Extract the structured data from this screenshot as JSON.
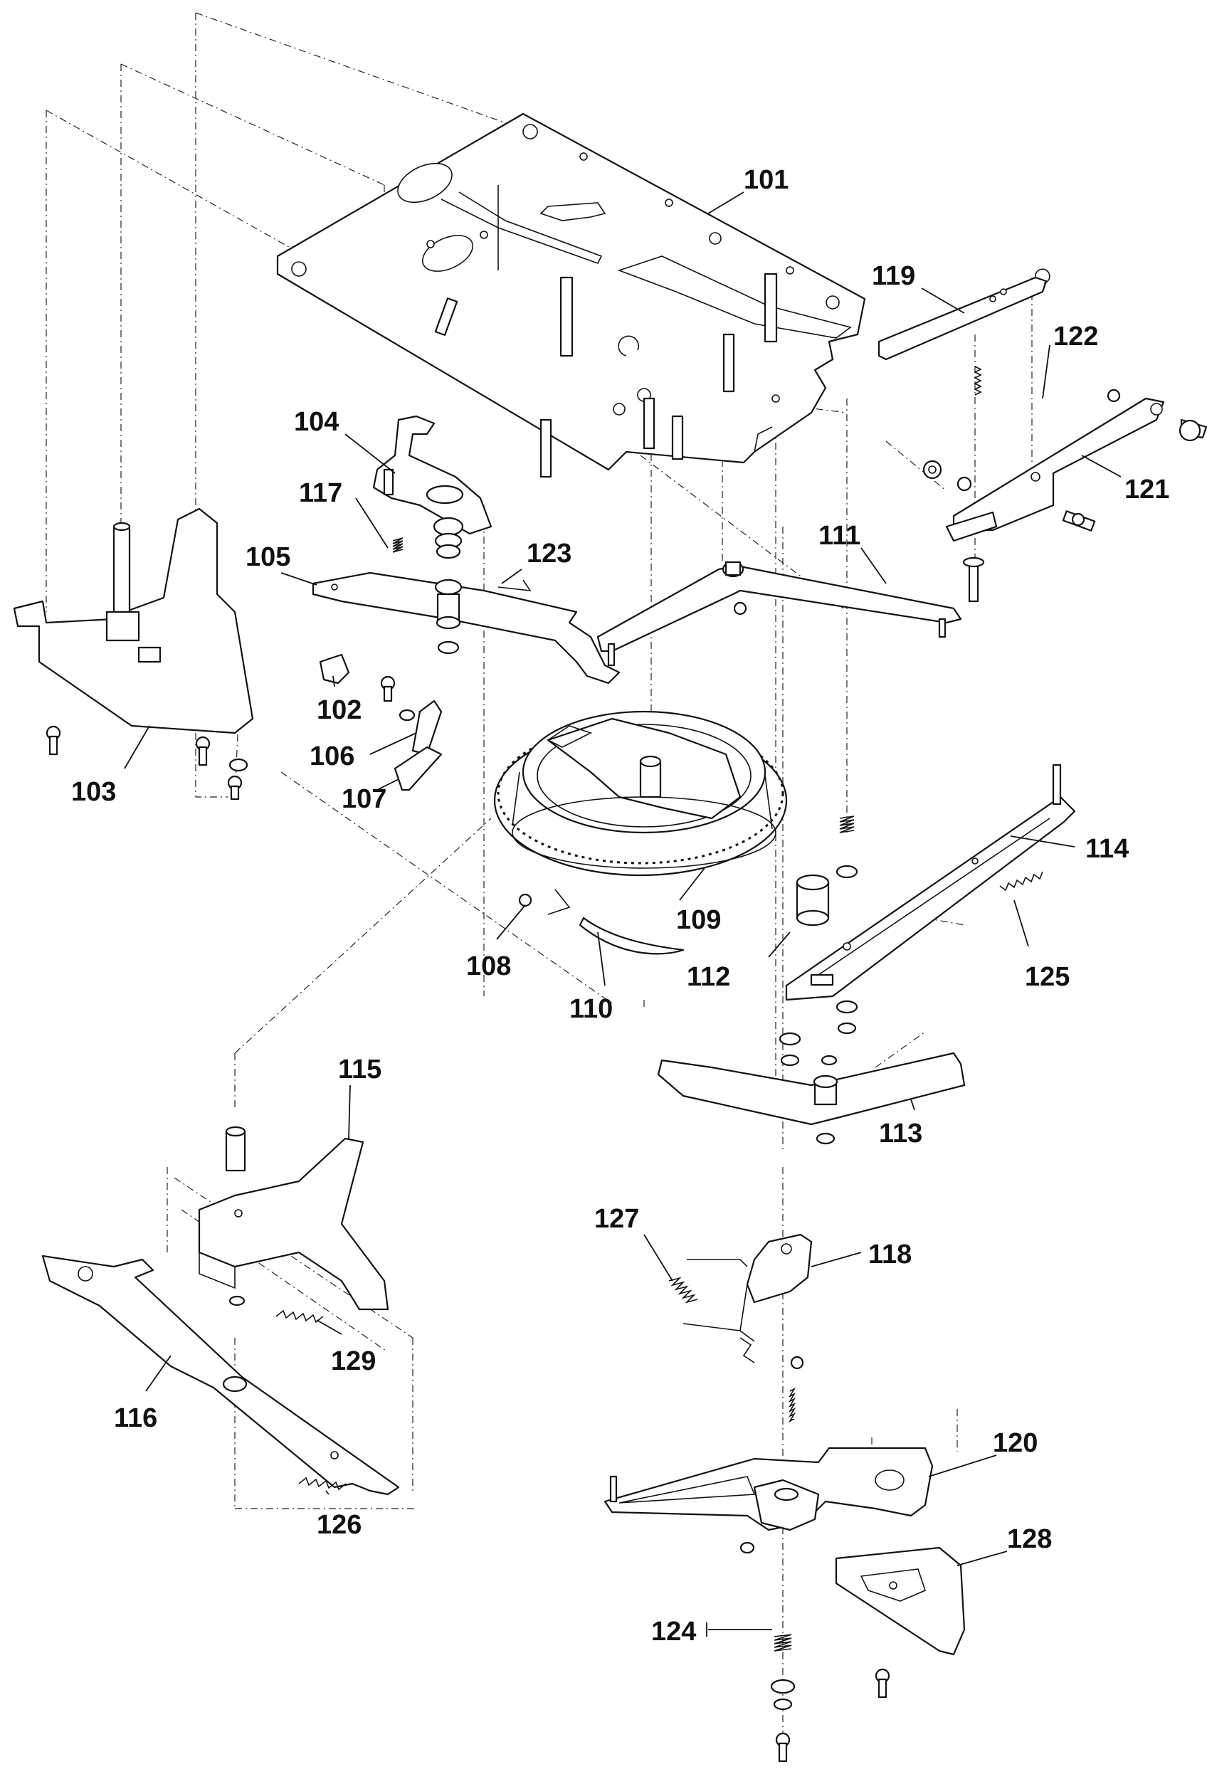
{
  "colors": {
    "ink": "#111111",
    "paper": "#ffffff"
  },
  "labels": {
    "p101": "101",
    "p102": "102",
    "p103": "103",
    "p104": "104",
    "p105": "105",
    "p106": "106",
    "p107": "107",
    "p108": "108",
    "p109": "109",
    "p110": "110",
    "p111": "111",
    "p112": "112",
    "p113": "113",
    "p114": "114",
    "p115": "115",
    "p116": "116",
    "p117": "117",
    "p118": "118",
    "p119": "119",
    "p120": "120",
    "p121": "121",
    "p122": "122",
    "p123": "123",
    "p124": "124",
    "p125": "125",
    "p126": "126",
    "p127": "127",
    "p128": "128",
    "p129": "129"
  }
}
